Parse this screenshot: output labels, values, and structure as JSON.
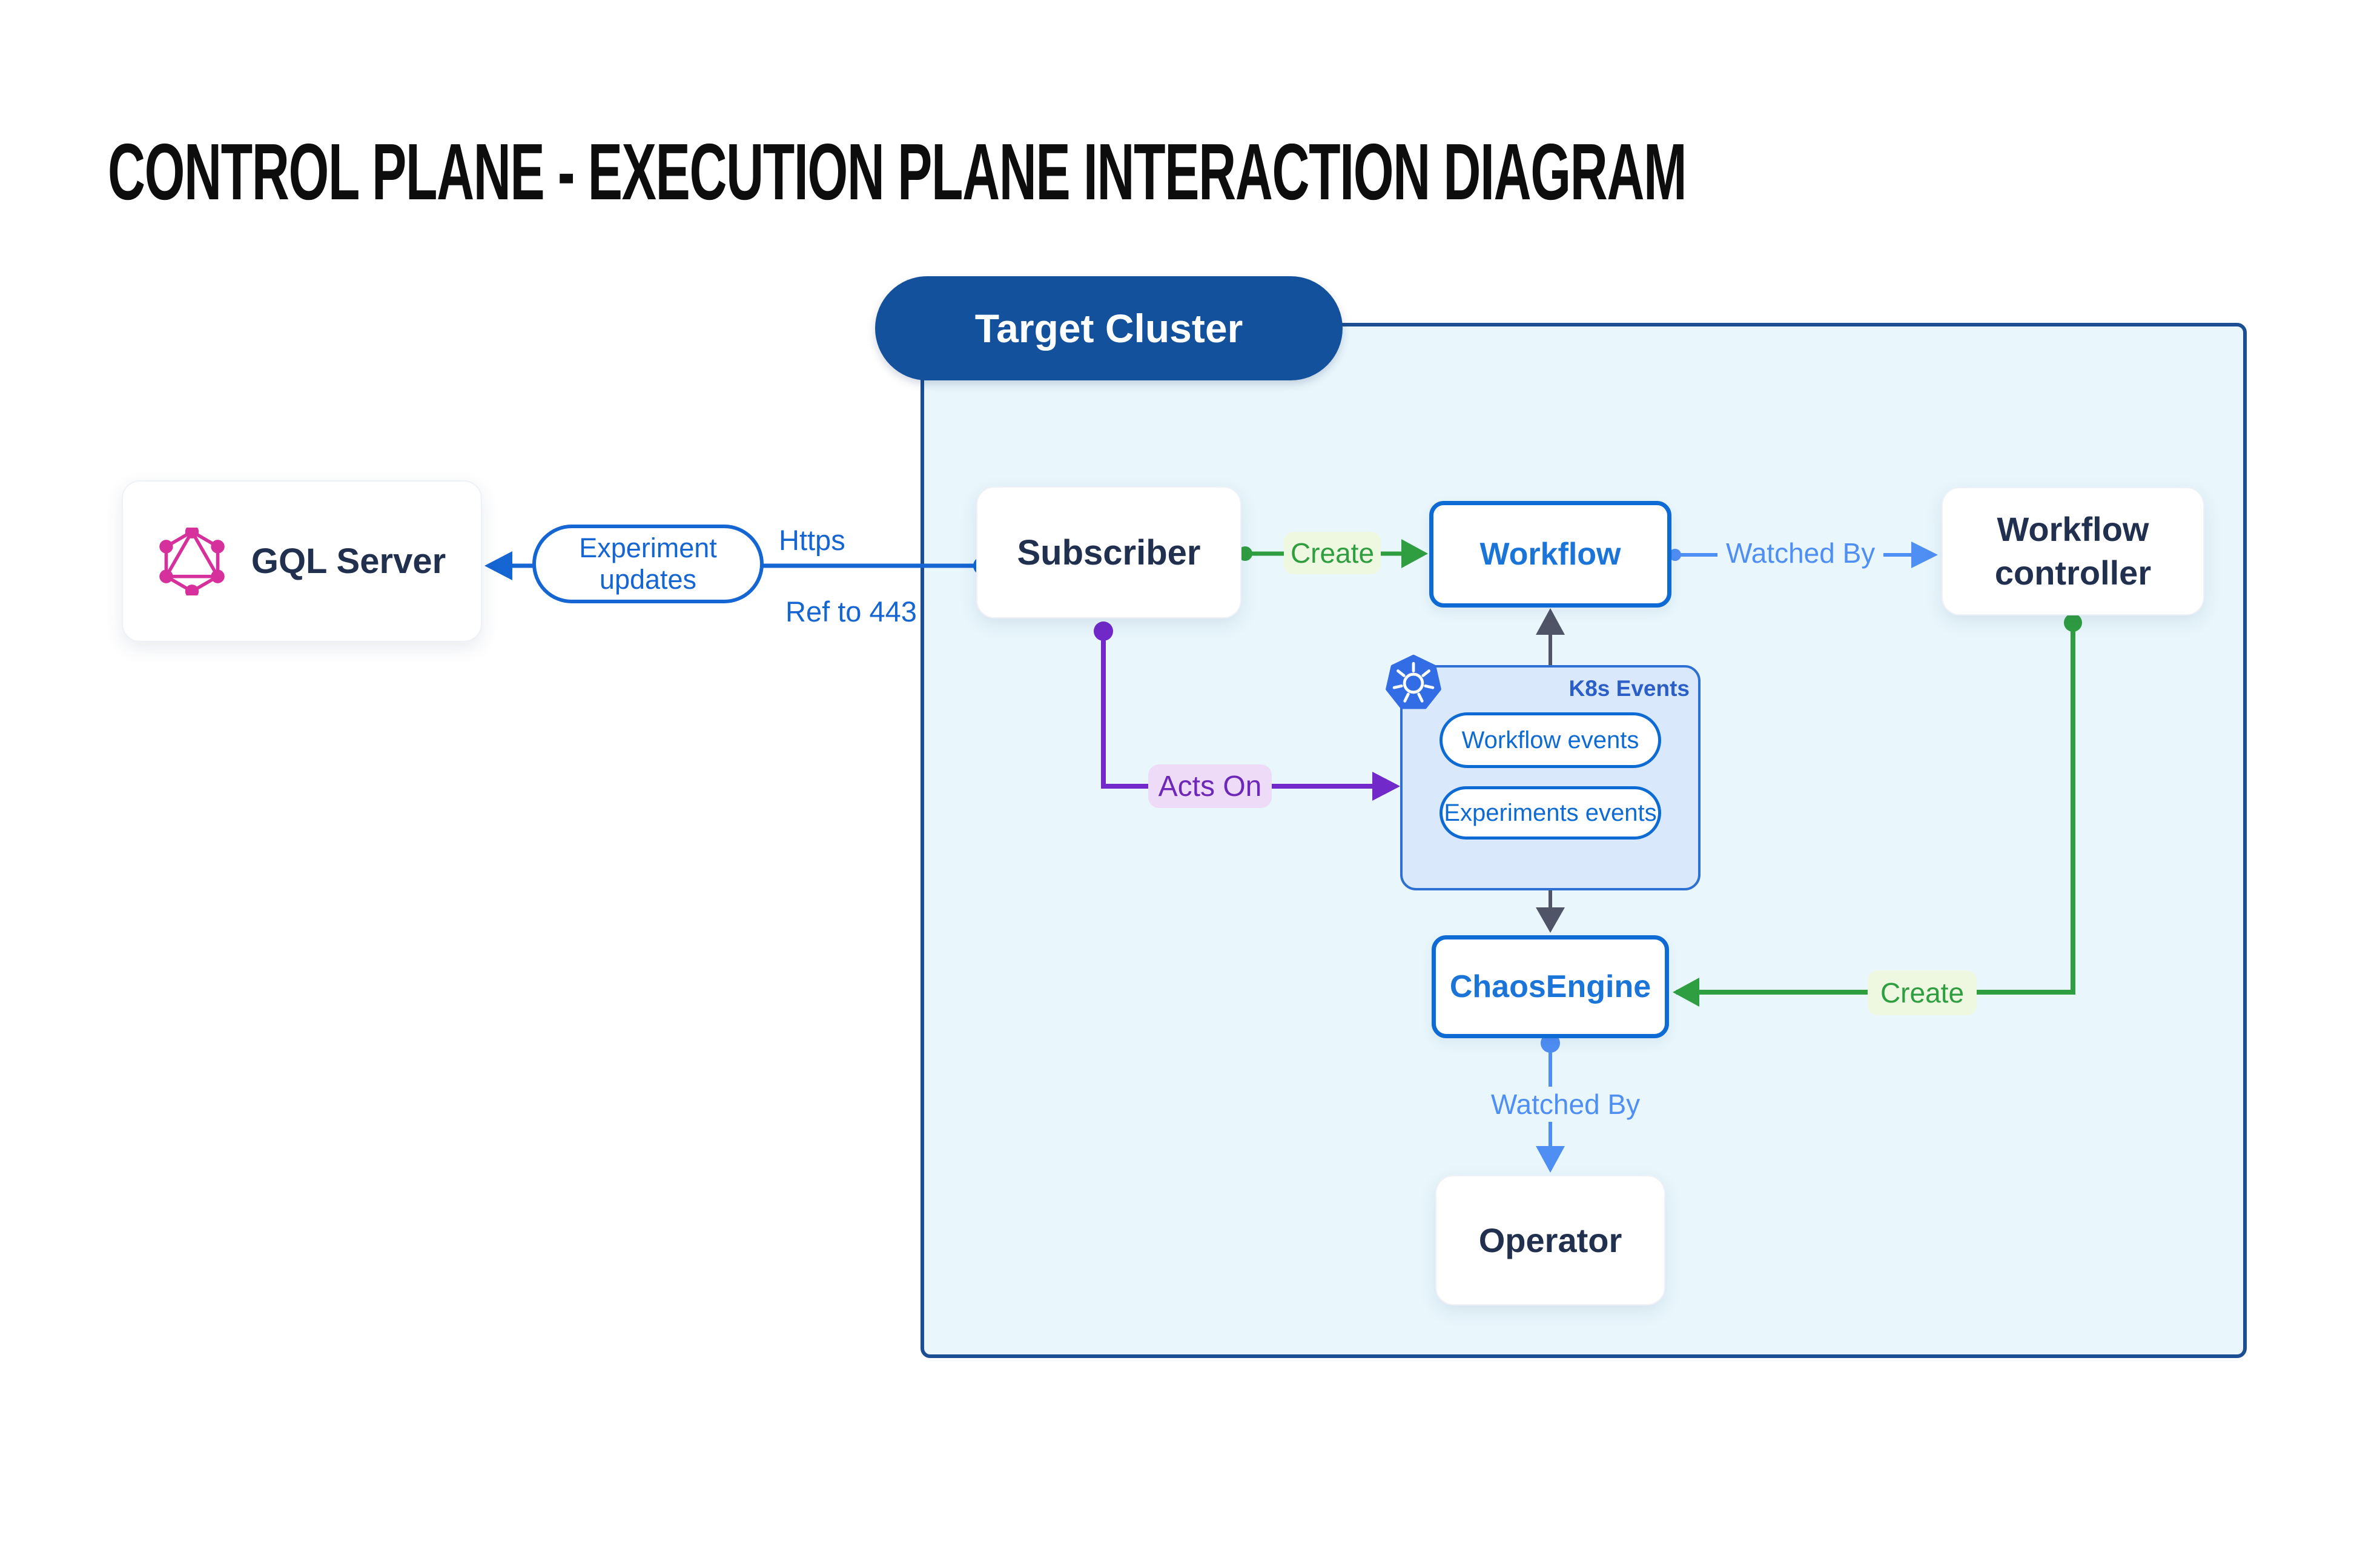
{
  "title": "CONTROL PLANE - EXECUTION PLANE INTERACTION DIAGRAM",
  "cluster": {
    "label": "Target Cluster"
  },
  "nodes": {
    "gql_server": {
      "label": "GQL Server",
      "icon": "graphql-icon"
    },
    "subscriber": {
      "label": "Subscriber"
    },
    "workflow": {
      "label": "Workflow"
    },
    "workflow_controller": {
      "line1": "Workflow",
      "line2": "controller"
    },
    "chaos_engine": {
      "label": "ChaosEngine"
    },
    "operator": {
      "label": "Operator"
    },
    "k8s_events": {
      "label": "K8s Events",
      "icon": "kubernetes-icon",
      "pills": [
        "Workflow events",
        "Experiments events"
      ]
    }
  },
  "edges": {
    "experiment_updates": {
      "line1": "Experiment",
      "line2": "updates"
    },
    "https": {
      "label": "Https"
    },
    "ref_to_443": {
      "label": "Ref to 443"
    },
    "create_workflow": {
      "label": "Create"
    },
    "watched_by_controller": {
      "label": "Watched By"
    },
    "acts_on": {
      "label": "Acts On"
    },
    "create_chaos_engine": {
      "label": "Create"
    },
    "watched_by_operator": {
      "label": "Watched By"
    }
  },
  "colors": {
    "blue_line": "#1565d2",
    "blue_border": "#0e6bd3",
    "blue_text": "#1b74d8",
    "light_blue": "#4f8ef3",
    "navy_text": "#223050",
    "green": "#2f9e41",
    "green_label_bg": "#eef7df",
    "purple_line": "#7229c9",
    "purple_text": "#6d28b8",
    "purple_label_bg": "#eedbf8",
    "gray_line": "#4f5566",
    "cluster_fill": "#e9f6fc",
    "cluster_border": "#1b4f92",
    "target_cluster_pill_bg": "#14519c",
    "k8s_box_fill": "#d9e9fb",
    "k8s_box_border": "#2d6fd3",
    "kubernetes_blue": "#326de6",
    "graphql_pink": "#d6309c"
  }
}
